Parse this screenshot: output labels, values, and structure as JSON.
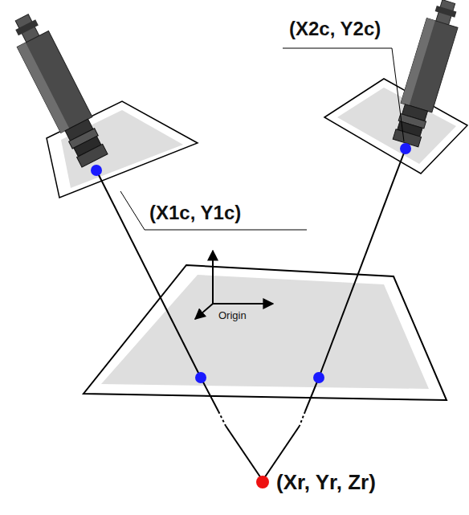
{
  "diagram": {
    "labels": [
      "(X2c, Y2c)",
      "(X1c, Y1c)",
      "Origin",
      "(Xr, Yr, Zr)"
    ]
  }
}
